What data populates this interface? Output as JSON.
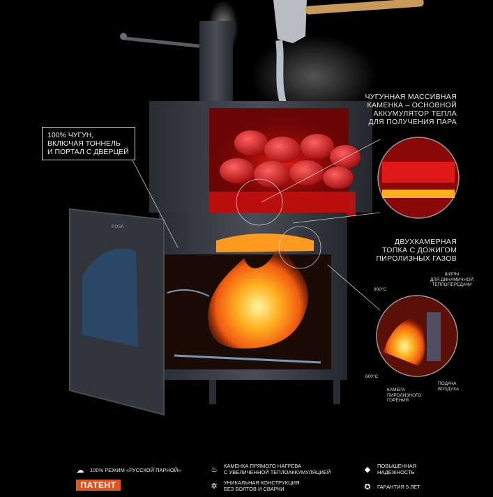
{
  "callouts": {
    "stone_chamber": [
      "ЧУГУННАЯ МАССИВНАЯ",
      "КАМЕНКА – ОСНОВНОЙ",
      "АККУМУЛЯТОР ТЕПЛА",
      "ДЛЯ ПОЛУЧЕНИЯ ПАРА"
    ],
    "cast_iron": [
      "100% ЧУГУН,",
      "ВКЛЮЧАЯ ТОННЕЛЬ",
      "И ПОРТАЛ С ДВЕРЦЕЙ"
    ],
    "firebox": [
      "ДВУХКАМЕРНАЯ",
      "ТОПКА С ДОЖИГОМ",
      "ПИРОЛИЗНЫХ ГАЗОВ"
    ]
  },
  "detail_labels": {
    "spikes": [
      "ШИПЫ",
      "ДЛЯ ДИНАМИЧНОЙ",
      "ТЕПЛОПЕРЕДАЧИ"
    ],
    "temp_high": "900°C",
    "temp_low": "600°C",
    "pyrolysis": [
      "КАМЕРА",
      "ПИРОЛИЗНОГО",
      "ГОРЕНИЯ"
    ],
    "air": [
      "ПОДАЧА",
      "ВОЗДУХА"
    ]
  },
  "door_brand": "РОЗА",
  "features": [
    {
      "icon": "steam-icon",
      "lines": [
        "100% РЕЖИМ «РУССКОЙ ПАРНОЙ»"
      ]
    },
    {
      "icon": "flame-icon",
      "lines": [
        "КАМЕНКА ПРЯМОГО НАГРЕВА",
        "С УВЕЛИЧЕННОЙ ТЕПЛОАККУМУЛЯЦИЕЙ"
      ]
    },
    {
      "icon": "diamond-icon",
      "lines": [
        "ПОВЫШЕННАЯ",
        "НАДЕЖНОСТЬ"
      ]
    },
    {
      "icon": "gear-icon",
      "lines": [
        "УНИКАЛЬНАЯ КОНСТРУКЦИЯ",
        "БЕЗ БОЛТОВ И СВАРКИ"
      ]
    },
    {
      "icon": "medal-icon",
      "lines": [
        "ГАРАНТИЯ 5 ЛЕТ"
      ]
    }
  ],
  "patent_label": "ПАТЕНТ",
  "colors": {
    "background": "#000000",
    "accent": "#e2531d",
    "fire": "#ff7a10",
    "iron": "#3a3c44"
  }
}
